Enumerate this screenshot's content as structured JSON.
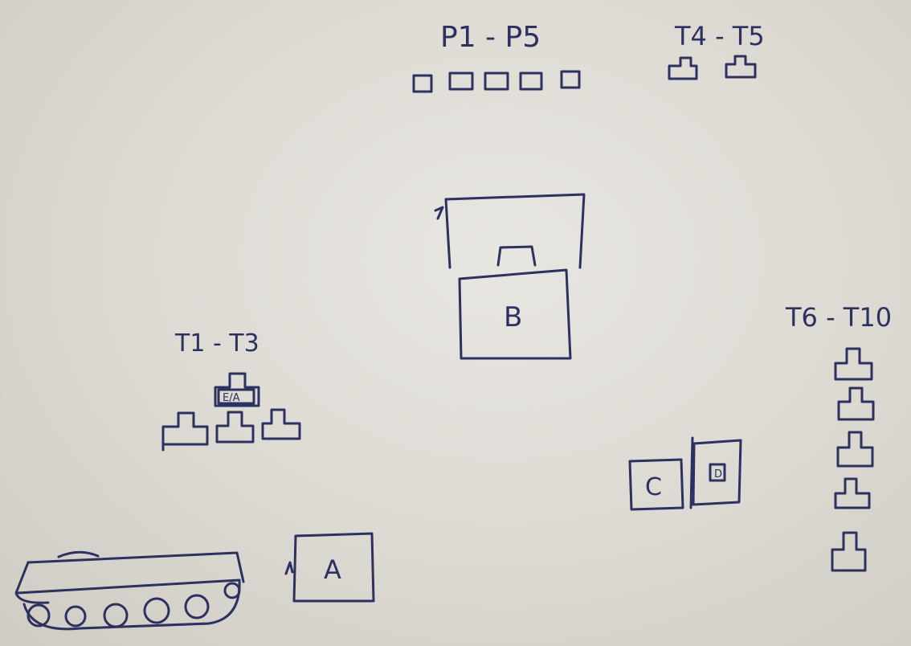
{
  "labels": {
    "p_group": "P1 - P5",
    "t_top_group": "T4 - T5",
    "t_left_group": "T1 - T3",
    "t_right_group": "T6 - T10",
    "tank_marker": "E/A"
  },
  "buildings": {
    "a": "A",
    "b": "B",
    "c": "C",
    "d": "D"
  },
  "colors": {
    "paper": "#dcd9d2",
    "ink": "#2d3160"
  }
}
